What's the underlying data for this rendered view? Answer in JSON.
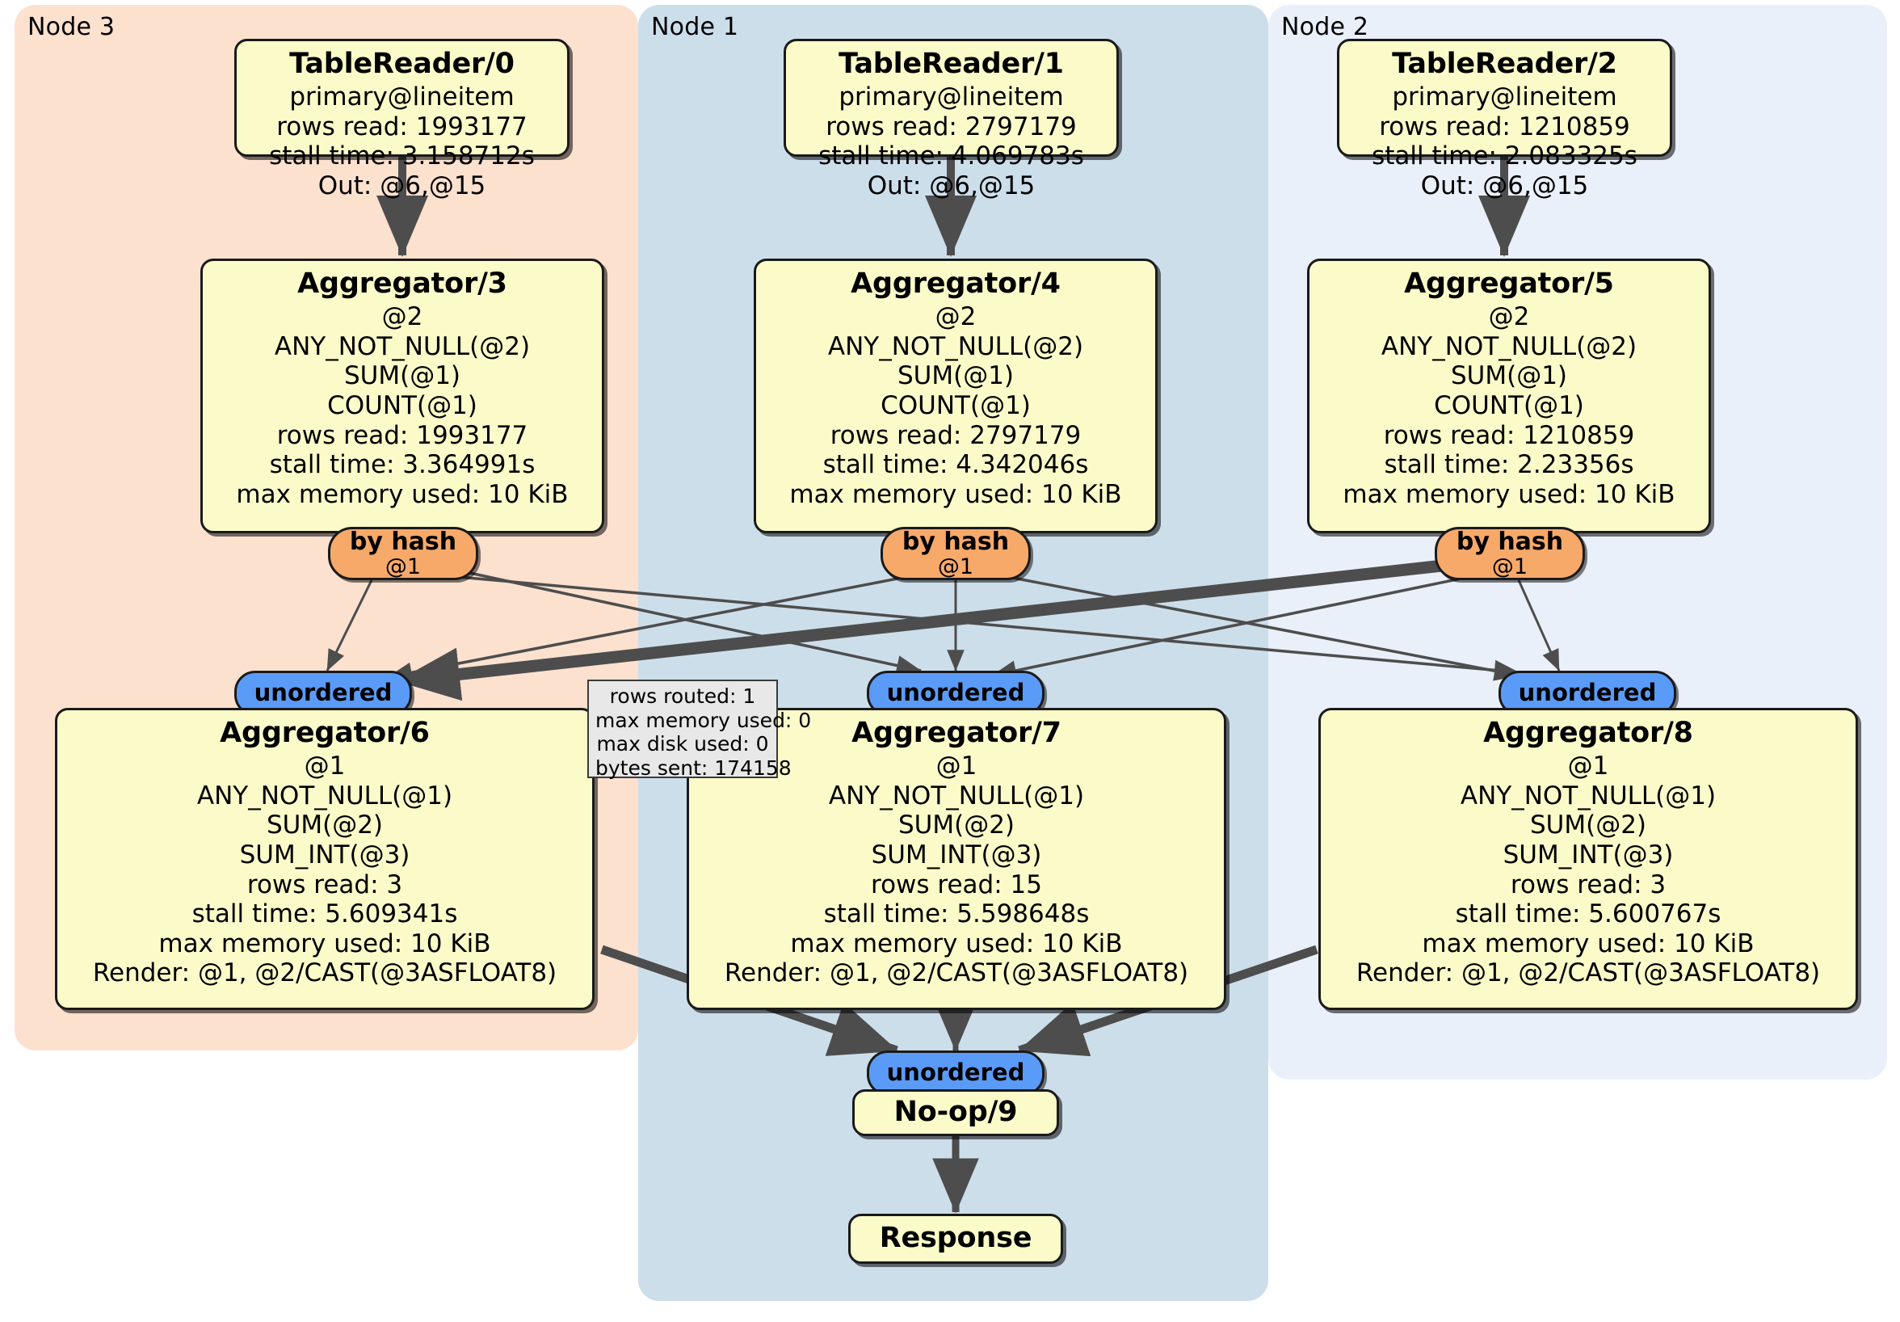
{
  "clusters": [
    {
      "label": "Node 3",
      "color": "#fce1cf"
    },
    {
      "label": "Node 1",
      "color": "#cddeeb"
    },
    {
      "label": "Node 2",
      "color": "#eaf0f9"
    }
  ],
  "readers": [
    {
      "title": "TableReader/0",
      "table": "primary@lineitem",
      "rows_read": "rows read: 1993177",
      "stall_time": "stall time: 3.158712s",
      "out": "Out: @6,@15"
    },
    {
      "title": "TableReader/1",
      "table": "primary@lineitem",
      "rows_read": "rows read: 2797179",
      "stall_time": "stall time: 4.069783s",
      "out": "Out: @6,@15"
    },
    {
      "title": "TableReader/2",
      "table": "primary@lineitem",
      "rows_read": "rows read: 1210859",
      "stall_time": "stall time: 2.083325s",
      "out": "Out: @6,@15"
    }
  ],
  "local_aggregators": [
    {
      "title": "Aggregator/3",
      "group": "@2",
      "agg1": "ANY_NOT_NULL(@2)",
      "agg2": "SUM(@1)",
      "agg3": "COUNT(@1)",
      "rows_read": "rows read: 1993177",
      "stall_time": "stall time: 3.364991s",
      "max_memory": "max memory used: 10 KiB"
    },
    {
      "title": "Aggregator/4",
      "group": "@2",
      "agg1": "ANY_NOT_NULL(@2)",
      "agg2": "SUM(@1)",
      "agg3": "COUNT(@1)",
      "rows_read": "rows read: 2797179",
      "stall_time": "stall time: 4.342046s",
      "max_memory": "max memory used: 10 KiB"
    },
    {
      "title": "Aggregator/5",
      "group": "@2",
      "agg1": "ANY_NOT_NULL(@2)",
      "agg2": "SUM(@1)",
      "agg3": "COUNT(@1)",
      "rows_read": "rows read: 1210859",
      "stall_time": "stall time: 2.23356s",
      "max_memory": "max memory used: 10 KiB"
    }
  ],
  "routers": [
    {
      "title": "by hash",
      "column": "@1"
    },
    {
      "title": "by hash",
      "column": "@1"
    },
    {
      "title": "by hash",
      "column": "@1"
    }
  ],
  "synchronizers": [
    {
      "label": "unordered"
    },
    {
      "label": "unordered"
    },
    {
      "label": "unordered"
    },
    {
      "label": "unordered"
    }
  ],
  "final_aggregators": [
    {
      "title": "Aggregator/6",
      "group": "@1",
      "agg1": "ANY_NOT_NULL(@1)",
      "agg2": "SUM(@2)",
      "agg3": "SUM_INT(@3)",
      "rows_read": "rows read: 3",
      "stall_time": "stall time: 5.609341s",
      "max_memory": "max memory used: 10 KiB",
      "render": "Render: @1, @2/CAST(@3ASFLOAT8)"
    },
    {
      "title": "Aggregator/7",
      "group": "@1",
      "agg1": "ANY_NOT_NULL(@1)",
      "agg2": "SUM(@2)",
      "agg3": "SUM_INT(@3)",
      "rows_read": "rows read: 15",
      "stall_time": "stall time: 5.598648s",
      "max_memory": "max memory used: 10 KiB",
      "render": "Render: @1, @2/CAST(@3ASFLOAT8)"
    },
    {
      "title": "Aggregator/8",
      "group": "@1",
      "agg1": "ANY_NOT_NULL(@1)",
      "agg2": "SUM(@2)",
      "agg3": "SUM_INT(@3)",
      "rows_read": "rows read: 3",
      "stall_time": "stall time: 5.600767s",
      "max_memory": "max memory used: 10 KiB",
      "render": "Render: @1, @2/CAST(@3ASFLOAT8)"
    }
  ],
  "stream_stats": {
    "rows_routed": "rows routed: 1",
    "max_memory_used": "max memory used: 0",
    "max_disk_used": "max disk used: 0",
    "bytes_sent": "bytes sent: 174158"
  },
  "noop": {
    "title": "No-op/9"
  },
  "response": {
    "title": "Response"
  },
  "colors": {
    "processor_fill": "#fbfbc9",
    "router_fill": "#f7a96a",
    "sync_fill": "#5b9bf8",
    "stat_fill": "#e8e8e8",
    "edge": "#4d4d4d",
    "node3_panel": "#fce1cf",
    "node1_panel": "#cddeeb",
    "node2_panel": "#eaf0f9"
  }
}
